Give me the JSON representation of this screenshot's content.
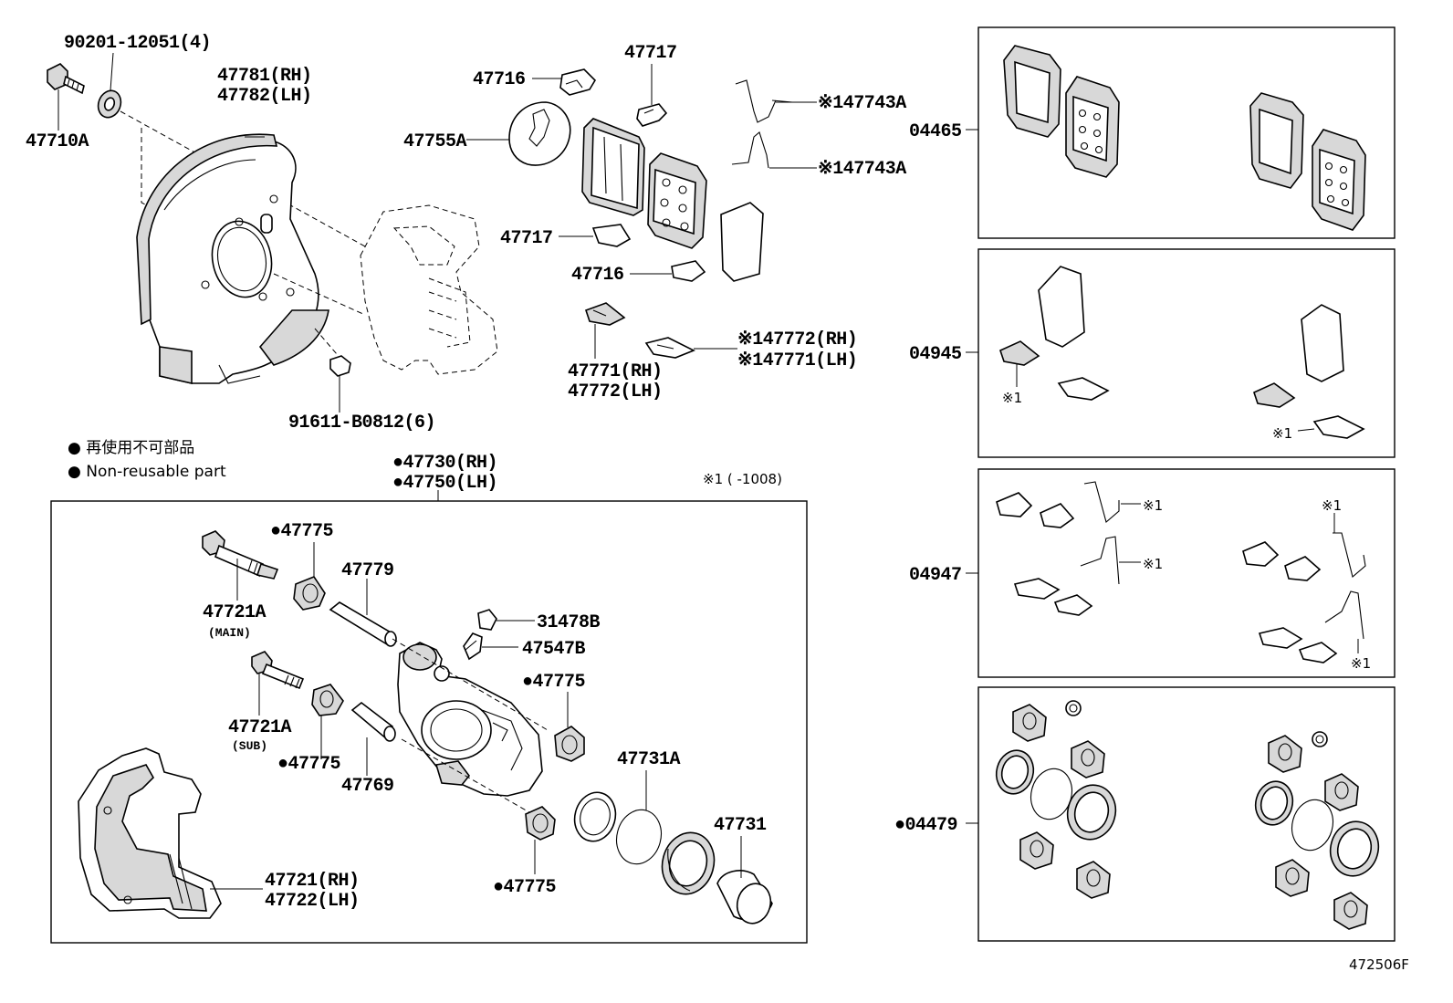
{
  "parts": {
    "p90201": "90201-12051(4)",
    "p47710A": "47710A",
    "p47781": "47781(RH)",
    "p47782": "47782(LH)",
    "p47716a": "47716",
    "p47717a": "47717",
    "p47755A": "47755A",
    "p47743A_1": "※147743A",
    "p47743A_2": "※147743A",
    "p47717b": "47717",
    "p47716b": "47716",
    "p47772rh": "※147772(RH)",
    "p47771lh": "※147771(LH)",
    "p47771": "47771(RH)",
    "p47772": "47772(LH)",
    "p91611": "91611-B0812(6)",
    "p47730": "●47730(RH)",
    "p47750": "●47750(LH)",
    "p47775a": "●47775",
    "p47779": "47779",
    "p47721A_main": "47721A",
    "p47721A_main_sub": "(MAIN)",
    "p31478B": "31478B",
    "p47547B": "47547B",
    "p47775b": "●47775",
    "p47721A_sub": "47721A",
    "p47721A_sub_sub": "(SUB)",
    "p47775c": "●47775",
    "p47769": "47769",
    "p47731A": "47731A",
    "p47731": "47731",
    "p47775d": "●47775",
    "p47721": "47721(RH)",
    "p47722": "47722(LH)"
  },
  "kits": {
    "k04465": "04465",
    "k04945": "04945",
    "k04947": "04947",
    "k04479": "●04479",
    "mark1": "※1",
    "mark2": "※1",
    "mark3": "※1",
    "mark4": "※1",
    "mark5": "※1",
    "mark6": "※1"
  },
  "legend": {
    "jp": "● 再使用不可部品",
    "en": "● Non-reusable part",
    "note": "※1 (       -1008)"
  },
  "footer": {
    "code": "472506F"
  }
}
